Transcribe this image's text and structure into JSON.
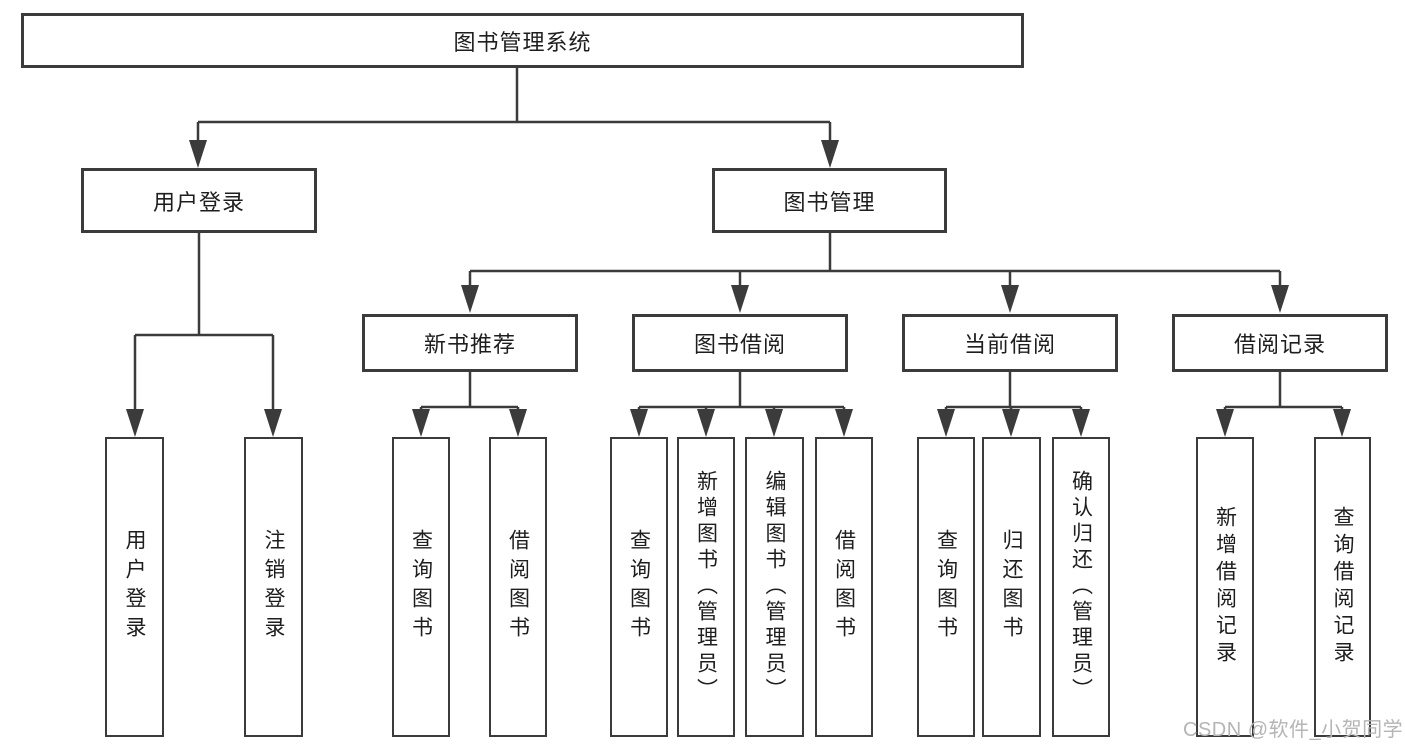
{
  "diagram": {
    "root": {
      "label": "图书管理系统"
    },
    "level2": [
      {
        "label": "用户登录"
      },
      {
        "label": "图书管理"
      }
    ],
    "level3": [
      {
        "label": "新书推荐"
      },
      {
        "label": "图书借阅"
      },
      {
        "label": "当前借阅"
      },
      {
        "label": "借阅记录"
      }
    ],
    "leaves": {
      "login": [
        {
          "label": "用户登录"
        },
        {
          "label": "注销登录"
        }
      ],
      "newbook": [
        {
          "label": "查询图书"
        },
        {
          "label": "借阅图书"
        }
      ],
      "borrow": [
        {
          "label": "查询图书"
        },
        {
          "label": "新增图书（管理员）"
        },
        {
          "label": "编辑图书（管理员）"
        },
        {
          "label": "借阅图书"
        }
      ],
      "current": [
        {
          "label": "查询图书"
        },
        {
          "label": "归还图书"
        },
        {
          "label": "确认归还（管理员）"
        }
      ],
      "records": [
        {
          "label": "新增借阅记录"
        },
        {
          "label": "查询借阅记录"
        }
      ]
    },
    "watermark": "CSDN @软件_小贺同学",
    "colors": {
      "line": "#3b3b3b",
      "text": "#1e1e1e",
      "watermark": "#b5b5b5",
      "bg": "#ffffff"
    }
  }
}
